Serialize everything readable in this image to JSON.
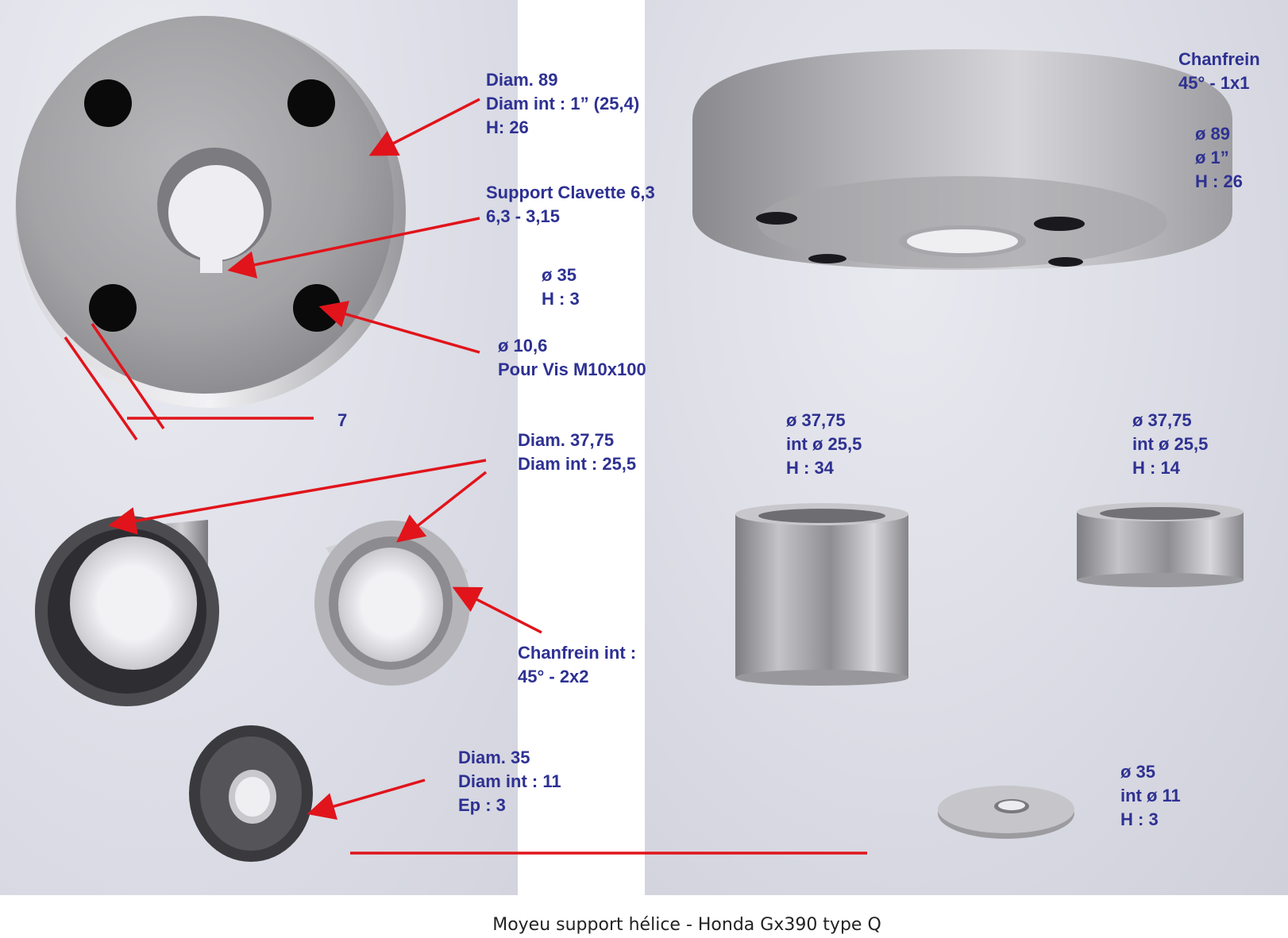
{
  "labels": {
    "hub_main": [
      "Diam. 89",
      "Diam int : 1” (25,4)",
      "H: 26"
    ],
    "key_support": [
      "Support Clavette 6,3",
      "6,3 - 3,15"
    ],
    "collar": [
      "ø 35",
      "H : 3"
    ],
    "bolt_hole": [
      "ø  10,6",
      "Pour Vis M10x100"
    ],
    "wall": "7",
    "sleeves": [
      "Diam. 37,75",
      "Diam int : 25,5"
    ],
    "inner_chamfer": [
      "Chanfrein int :",
      "45° - 2x2"
    ],
    "washer": [
      "Diam. 35",
      "Diam int : 11",
      "Ep : 3"
    ],
    "chamfer_right": [
      "Chanfrein",
      "45° - 1x1"
    ],
    "hub_right": [
      "ø 89",
      "ø 1”",
      "H : 26"
    ],
    "sleeve_long": [
      "ø 37,75",
      "int ø 25,5",
      "H : 34"
    ],
    "sleeve_short": [
      "ø 37,75",
      "int ø 25,5",
      "H : 14"
    ],
    "washer_right": [
      "ø 35",
      "int ø 11",
      "H : 3"
    ]
  },
  "caption": "Moyeu support hélice - Honda Gx390 type Q",
  "colors": {
    "label": "#2e3192",
    "arrow": "#e1141b",
    "metal": "#a9a9ad",
    "hole": "#0a0a0a",
    "background": "#ffffff"
  }
}
